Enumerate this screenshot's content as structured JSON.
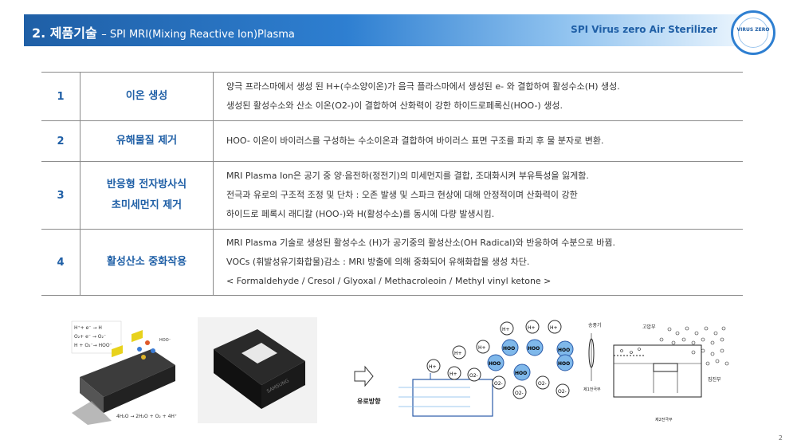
{
  "header": {
    "title": "2. 제품기술",
    "subtitle": "– SPI MRI(Mixing Reactive Ion)Plasma",
    "product": "SPI Virus zero Air Sterilizer",
    "logo_text": "VIRUS ZERO"
  },
  "rows": [
    {
      "num": "1",
      "title_lines": [
        "이온 생성"
      ],
      "desc": [
        "양극 프라스마에서 생성 된  H+(수소양이온)가  음극 플라스마에서 생성된 e- 와  결합하여 활성수소(H) 생성.",
        "생성된 활성수소와 산소 이온(O2-)이  결합하여 산화력이 강한  하이드로페록신(HOO-) 생성."
      ]
    },
    {
      "num": "2",
      "title_lines": [
        "유해물질 제거"
      ],
      "desc": [
        "HOO-  이온이 바이러스를 구성하는  수소이온과 결합하여  바이러스 표면 구조를 파괴 후 물 분자로 변환."
      ]
    },
    {
      "num": "3",
      "title_lines": [
        "반응형 전자방사식",
        "초미세먼지 제거"
      ],
      "desc": [
        "MRI Plasma Ion은 공기 중 양·음전하(정전기)의  미세먼지를 결합, 조대화시켜 부유특성을 잃게함.",
        "전극과 유로의 구조적 조정 및 단차 :  오존 발생 및 스파크 현상에 대해 안정적이며 산화력이 강한",
        "하이드로 페록시 래디칼 (HOO-)와 H(활성수소)를 동시에 다량 발생시킴."
      ]
    },
    {
      "num": "4",
      "title_lines": [
        "활성산소 중화작용"
      ],
      "desc": [
        "MRI Plasma 기술로 생성된 활성수소 (H)가 공기중의 활성산소(OH Radical)와 반응하여 수분으로 바뀜.",
        "VOCs (휘발성유기화합물)감소 : MRI 방출에 의해 중화되어 유해화합물 생성 차단.",
        "< Formaldehyde / Cresol / Glyoxal / Methacroleoin / Methyl vinyl ketone >"
      ]
    }
  ],
  "figure_a": {
    "eq1": "H⁺+ e⁻ → H",
    "eq2": "O₂+ e⁻ → O₂⁻",
    "eq3": "H + O₂⁻→ HOO⁻",
    "eq4": "4H₂O → 2H₂O + O₂ + 4H⁺",
    "hoo": "HOO⁻"
  },
  "figure_b": {
    "brand": "SAMSUNG"
  },
  "figure_c": {
    "flow_label": "유로방향",
    "h_plus": "H+",
    "hoo": "HOO",
    "o2": "O2-"
  },
  "figure_d": {
    "label_fan": "송풍기",
    "label_hv": "고압부",
    "label_stage1": "제1전극부",
    "label_stage2": "제2전극부",
    "label_dust": "집진부"
  },
  "page_number": "2",
  "colors": {
    "accent": "#1f5fa6",
    "ion_fill": "#7fb8ea"
  }
}
